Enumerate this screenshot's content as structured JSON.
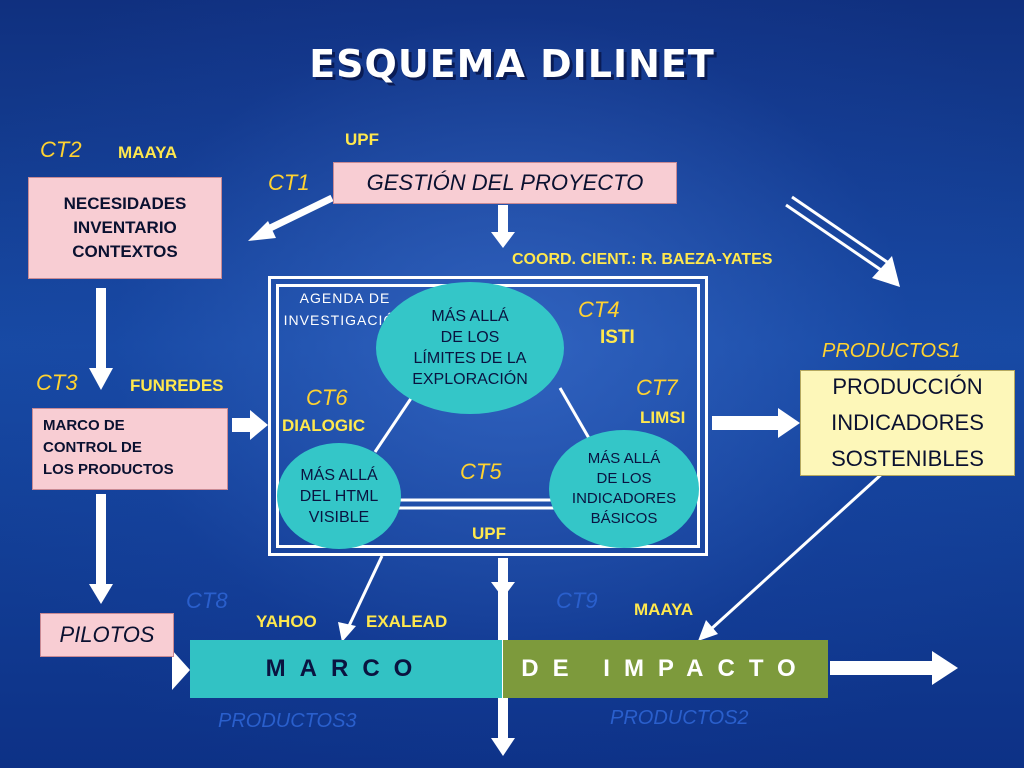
{
  "title": "ESQUEMA DILINET",
  "ct_labels": {
    "ct1": "CT1",
    "ct2": "CT2",
    "ct3": "CT3",
    "ct4": "CT4",
    "ct5": "CT5",
    "ct6": "CT6",
    "ct7": "CT7",
    "ct8": "CT8",
    "ct9": "CT9"
  },
  "organizations": {
    "upf_top": "UPF",
    "maaya_top": "MAAYA",
    "funredes": "FUNREDES",
    "isti": "ISTI",
    "dialogic": "DIALOGIC",
    "limsi": "LIMSI",
    "upf_bottom": "UPF",
    "yahoo": "YAHOO",
    "exalead": "EXALEAD",
    "maaya_bottom": "MAAYA"
  },
  "coordinator": "COORD. CIENT.: R. BAEZA-YATES",
  "boxes": {
    "gestion": "GESTIÓN DEL PROYECTO",
    "necesidades": [
      "NECESIDADES",
      "INVENTARIO",
      "CONTEXTOS"
    ],
    "marco_control": [
      "MARCO DE",
      "CONTROL DE",
      "LOS PRODUCTOS"
    ],
    "produccion": [
      "PRODUCCIÓN",
      "INDICADORES",
      "SOSTENIBLES"
    ],
    "pilotos": "PILOTOS"
  },
  "agenda": [
    "AGENDA DE",
    "INVESTIGACIÓN"
  ],
  "ellipses": {
    "limites": [
      "MÁS ALLÁ",
      "DE LOS",
      "LÍMITES DE LA",
      "EXPLORACIÓN"
    ],
    "html": [
      "MÁS ALLÁ",
      "DEL HTML",
      "VISIBLE"
    ],
    "indicadores": [
      "MÁS ALLÁ",
      "DE LOS",
      "INDICADORES",
      "BÁSICOS"
    ]
  },
  "bottom_bar": {
    "marco": "MARCO",
    "impacto": "DE IMPACTO"
  },
  "products": {
    "p1": "PRODUCTOS1",
    "p2": "PRODUCTOS2",
    "p3": "PRODUCTOS3"
  },
  "colors": {
    "background": "#174aa4",
    "label_yellow": "#ffd230",
    "pink_box": "#f8cdd3",
    "cream_box": "#fdf7b9",
    "cyan": "#34c6c8",
    "olive": "#7d9a3c"
  }
}
